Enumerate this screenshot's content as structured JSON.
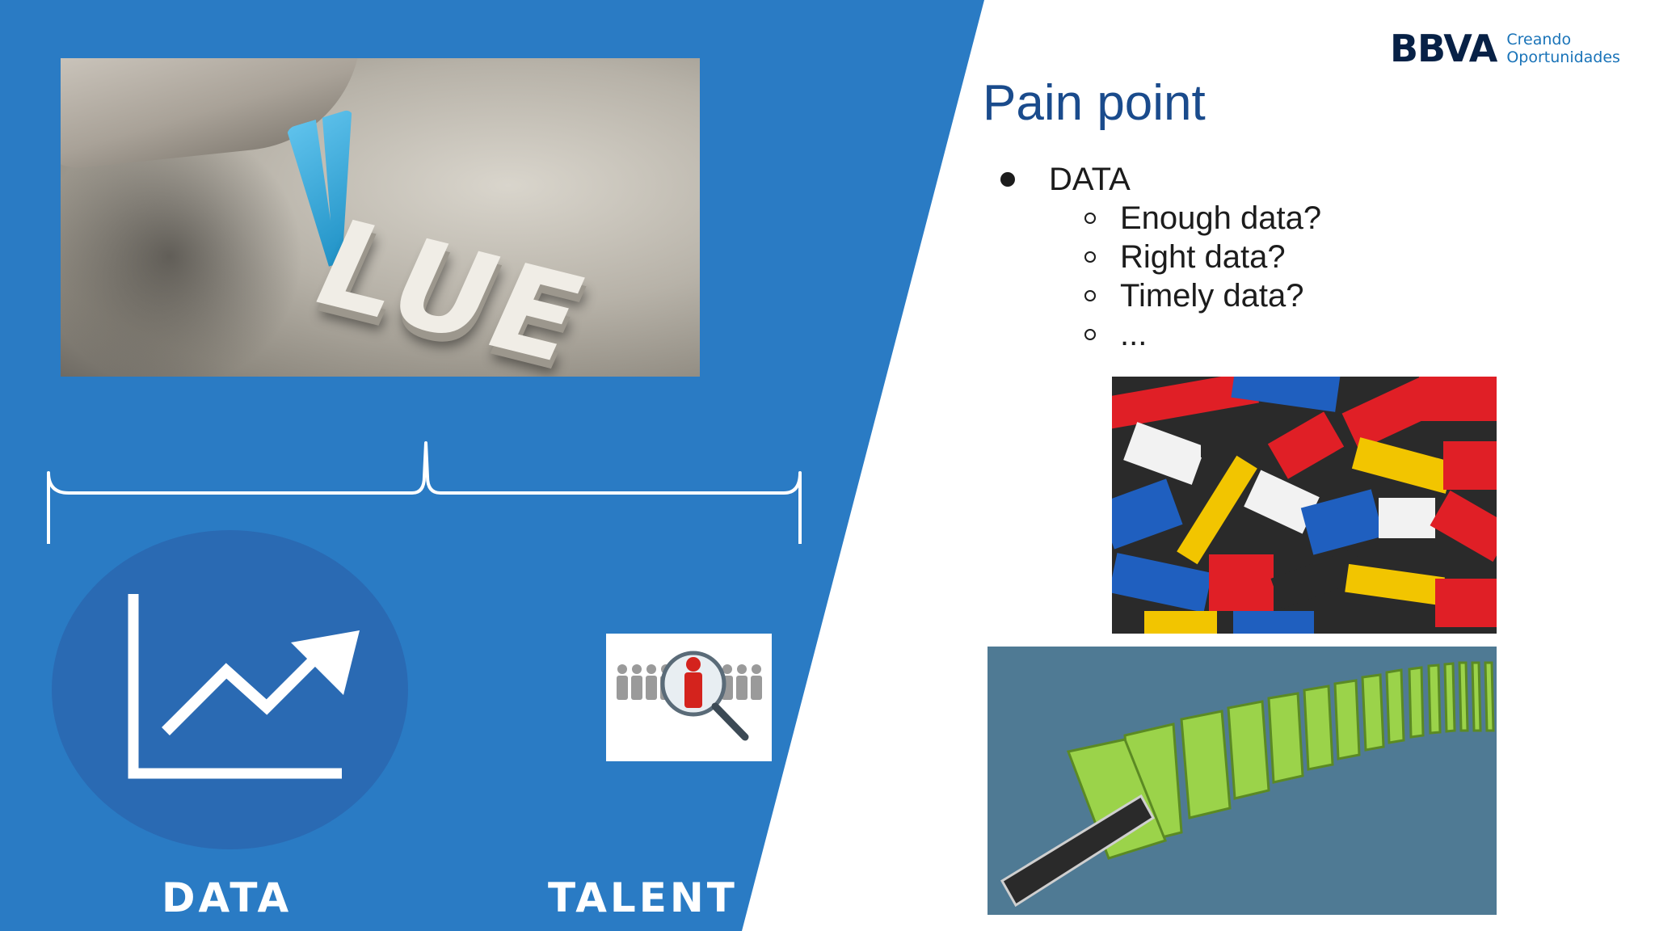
{
  "brand": {
    "wordmark": "BBVA",
    "tagline_line1": "Creando",
    "tagline_line2": "Oportunidades"
  },
  "colors": {
    "panel_blue": "#2a7bc4",
    "circle_blue": "#2a6ab3",
    "title_blue": "#1a4b8c",
    "domino_bg": "#4f7a94",
    "domino_green": "#9bd34a"
  },
  "left_panel": {
    "value_word": "LUE",
    "pillars": [
      {
        "label": "DATA",
        "icon": "trend-chart-icon"
      },
      {
        "label": "TALENT",
        "icon": "people-search-icon"
      }
    ]
  },
  "right_panel": {
    "title": "Pain point",
    "bullet": {
      "label": "DATA",
      "sub_items": [
        "Enough data?",
        "Right data?",
        "Timely data?",
        "..."
      ]
    }
  }
}
